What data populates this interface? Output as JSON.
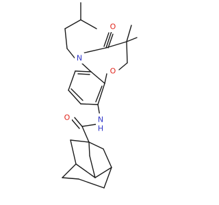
{
  "molecule": {
    "atoms": {
      "carbonyl_oxygen": "O",
      "ring_oxygen": "O",
      "ring_nitrogen": "N",
      "amide_nitrogen": "N",
      "amide_hydrogen": "H",
      "amide_oxygen": "O"
    }
  },
  "colors": {
    "oxygen": "#e0241b",
    "nitrogen": "#2d34c8",
    "carbon_bond": "#1a1a1a",
    "background": "#ffffff"
  }
}
